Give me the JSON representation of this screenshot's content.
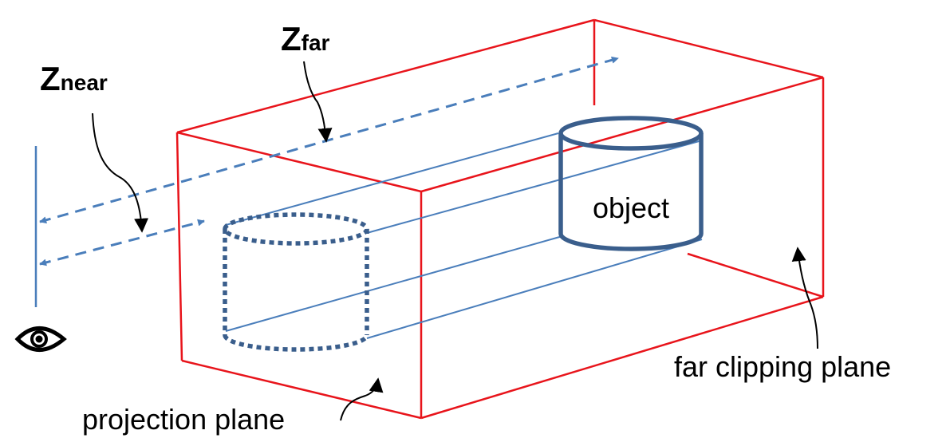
{
  "labels": {
    "z_near_main": "Z",
    "z_near_sub": "near",
    "z_far_main": "Z",
    "z_far_sub": "far",
    "object": "object",
    "projection_plane": "projection plane",
    "far_clipping_plane": "far clipping plane"
  },
  "icons": {
    "viewer": "eye-icon"
  },
  "colors": {
    "frustum": "#e8141b",
    "projection_rays": "#4a7ebb",
    "object": "#3a5e8c",
    "pointer": "#000000",
    "background": "#ffffff"
  }
}
